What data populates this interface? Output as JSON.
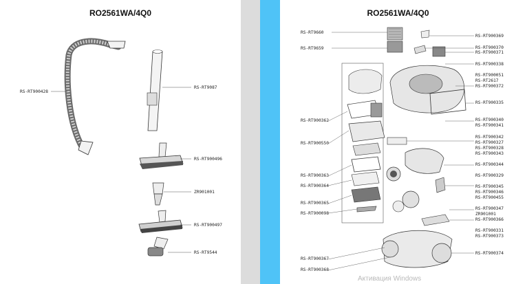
{
  "left": {
    "model": "RO2561WA/4Q0",
    "codes": [
      "RS-RT900428",
      "RS-RT9087",
      "RS-RT900496",
      "ZR901001",
      "RS-RT900497",
      "RS-RT9544"
    ]
  },
  "right": {
    "model": "RO2561WA/4Q0",
    "left_codes": [
      "RS-RT9660",
      "RS-RT9659",
      "RS-RT900362",
      "RS-RT900550",
      "RS-RT900363",
      "RS-RT900364",
      "RS-RT900365",
      "RS-RT900098",
      "RS-RT900367",
      "RS-RT900368"
    ],
    "right_codes": [
      "RS-RT900369",
      "RS-RT900370",
      "RS-RT900371",
      "RS-RT900338",
      "RS-RT900051",
      "RS-RT2617",
      "RS-RT900372",
      "RS-RT900335",
      "RS-RT900340",
      "RS-RT900341",
      "RS-RT900342",
      "RS-RT900327",
      "RS-RT900328",
      "RS-RT900343",
      "RS-RT900344",
      "RS-RT900329",
      "RS-RT900345",
      "RS-RT900346",
      "RS-RT900455",
      "RS-RT900347",
      "ZR901001",
      "RS-RT900366",
      "RS-RT900331",
      "RS-RT900373",
      "RS-RT900374"
    ]
  },
  "gutter_color": "#4fc3f7",
  "watermark": "Активация Windows"
}
